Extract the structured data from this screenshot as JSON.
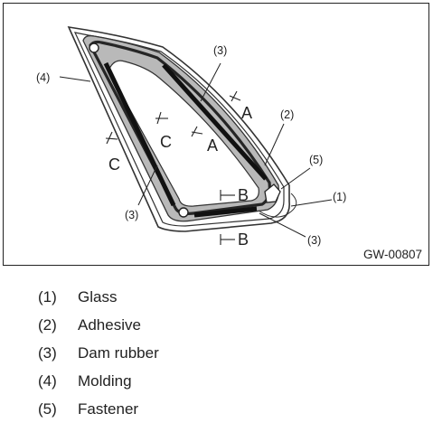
{
  "figure": {
    "code": "GW-00807",
    "callouts": {
      "glass": "(1)",
      "adhesive": "(2)",
      "dam_rubber_top": "(3)",
      "dam_rubber_left": "(3)",
      "dam_rubber_bottom": "(3)",
      "molding": "(4)",
      "fastener": "(5)"
    },
    "section_letters": {
      "a_outer": "A",
      "a_inner": "A",
      "c_outer": "C",
      "c_inner": "C",
      "b_inner": "B",
      "b_outer": "B"
    }
  },
  "legend": [
    {
      "number": "(1)",
      "label": "Glass"
    },
    {
      "number": "(2)",
      "label": "Adhesive"
    },
    {
      "number": "(3)",
      "label": "Dam rubber"
    },
    {
      "number": "(4)",
      "label": "Molding"
    },
    {
      "number": "(5)",
      "label": "Fastener"
    }
  ]
}
